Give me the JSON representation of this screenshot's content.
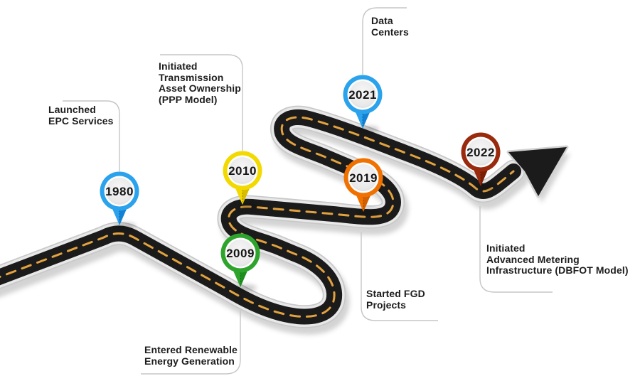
{
  "diagram": {
    "type": "roadmap-timeline",
    "description": "Winding road timeline with year map-pins and milestone labels, ending in an arrow"
  },
  "colors": {
    "background": "#ffffff",
    "road_asphalt": "#1b1b1b",
    "road_curb": "#e8e8e8",
    "road_curb_edge": "#c8c8c8",
    "dash": "#e2a23e",
    "callout_line": "#c6c6c6",
    "text": "#1d1d1d",
    "pin_face": "#e9e9e9"
  },
  "milestones": [
    {
      "year": "1980",
      "label": "Launched\nEPC Services",
      "color": "#2aa2ec",
      "color_dark": "#0f7cd0"
    },
    {
      "year": "2009",
      "label": "Entered Renewable\nEnergy Generation",
      "color": "#2ea42d",
      "color_dark": "#1b8a1e"
    },
    {
      "year": "2010",
      "label": "Initiated\nTransmission\nAsset Ownership\n(PPP Model)",
      "color": "#f2d900",
      "color_dark": "#d2b600"
    },
    {
      "year": "2019",
      "label": "Started FGD\nProjects",
      "color": "#f07000",
      "color_dark": "#cd5c00"
    },
    {
      "year": "2021",
      "label": "Data\nCenters",
      "color": "#2aa2ec",
      "color_dark": "#0f7cd0"
    },
    {
      "year": "2022",
      "label": "Initiated\nAdvanced Metering\nInfrastructure (DBFOT Model)",
      "color": "#9a2a0d",
      "color_dark": "#741d05"
    }
  ]
}
